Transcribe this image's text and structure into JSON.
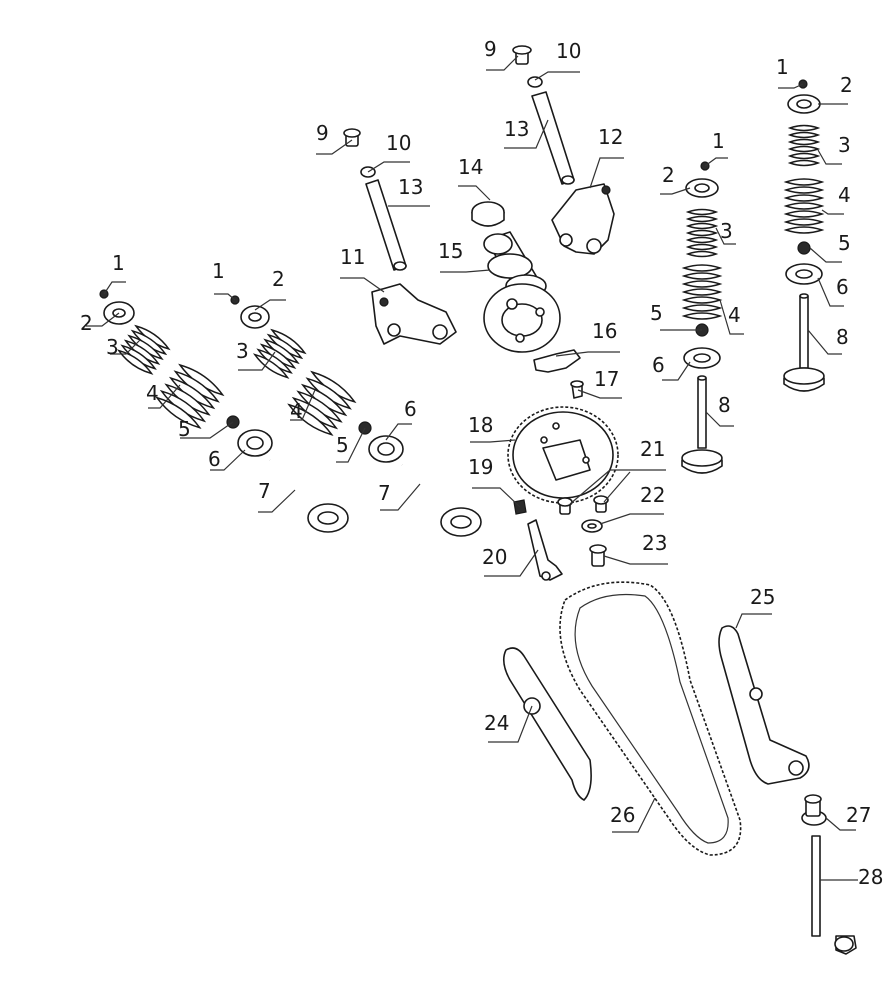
{
  "diagram": {
    "callout_numbers": [
      "1",
      "2",
      "3",
      "4",
      "5",
      "6",
      "7",
      "8",
      "9",
      "10",
      "11",
      "12",
      "13",
      "14",
      "15",
      "16",
      "17",
      "18",
      "19",
      "20",
      "21",
      "22",
      "23",
      "24",
      "25",
      "26",
      "27",
      "28"
    ],
    "colors": {
      "line": "#1a1a1a",
      "fill": "#ffffff",
      "background": "#ffffff"
    }
  }
}
